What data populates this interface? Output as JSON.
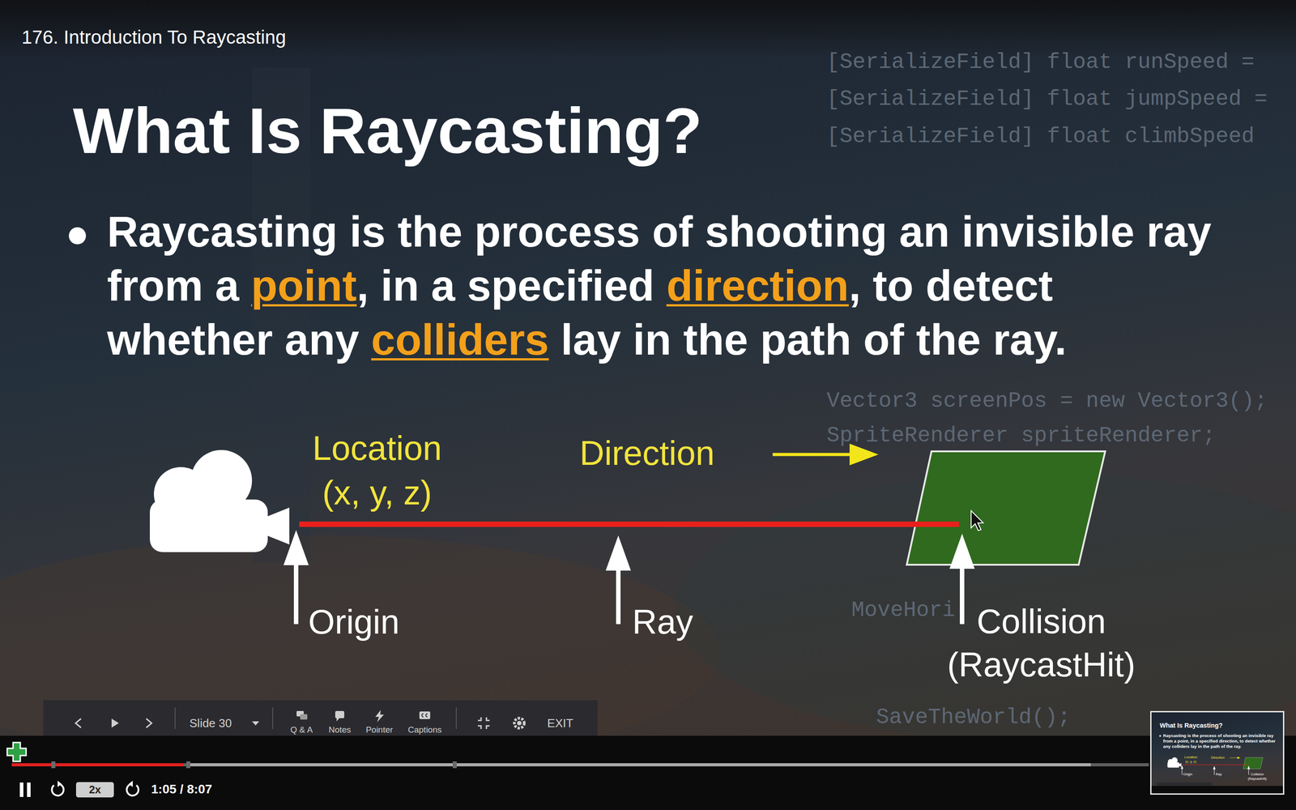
{
  "diagram": {
    "title": "What Is Raycasting?",
    "nodes": [
      {
        "text": [
          "Slide 30",
          "Q & A",
          "Notes",
          "Pointer",
          "Captions",
          "EXIT"
        ]
      },
      {
        "text": [
          "2x"
        ]
      },
      {
        "text": [
          "What Is Raycasting?",
          "Raycasting is the process of shooting an invisible ray from a point, in a specified direction, to detect whether any colliders lay in the path of the ray.",
          "Location (x, y, z)",
          "Direction",
          "Origin",
          "Ray",
          "Collision (RaycastHit)"
        ]
      }
    ],
    "labels": [
      "176. Introduction To Raycasting",
      "Raycasting is the process of shooting an invisible ray from a",
      "point",
      ", in a specified",
      "direction",
      ", to detect whether any",
      "colliders",
      "lay in the path of the ray.",
      "Location (x, y, z)",
      "Direction",
      "Origin",
      "Ray",
      "Collision (RaycastHit)",
      "1:05 / 8:07",
      "[SerializeField] float runSpeed =",
      "[SerializeField] float jumpSpeed =",
      "[SerializeField] float climbSpeed",
      "Vector3 screenPos = new Vector3();",
      "SpriteRenderer spriteRenderer;",
      "MoveHori",
      "SaveTheWorld();"
    ]
  }
}
